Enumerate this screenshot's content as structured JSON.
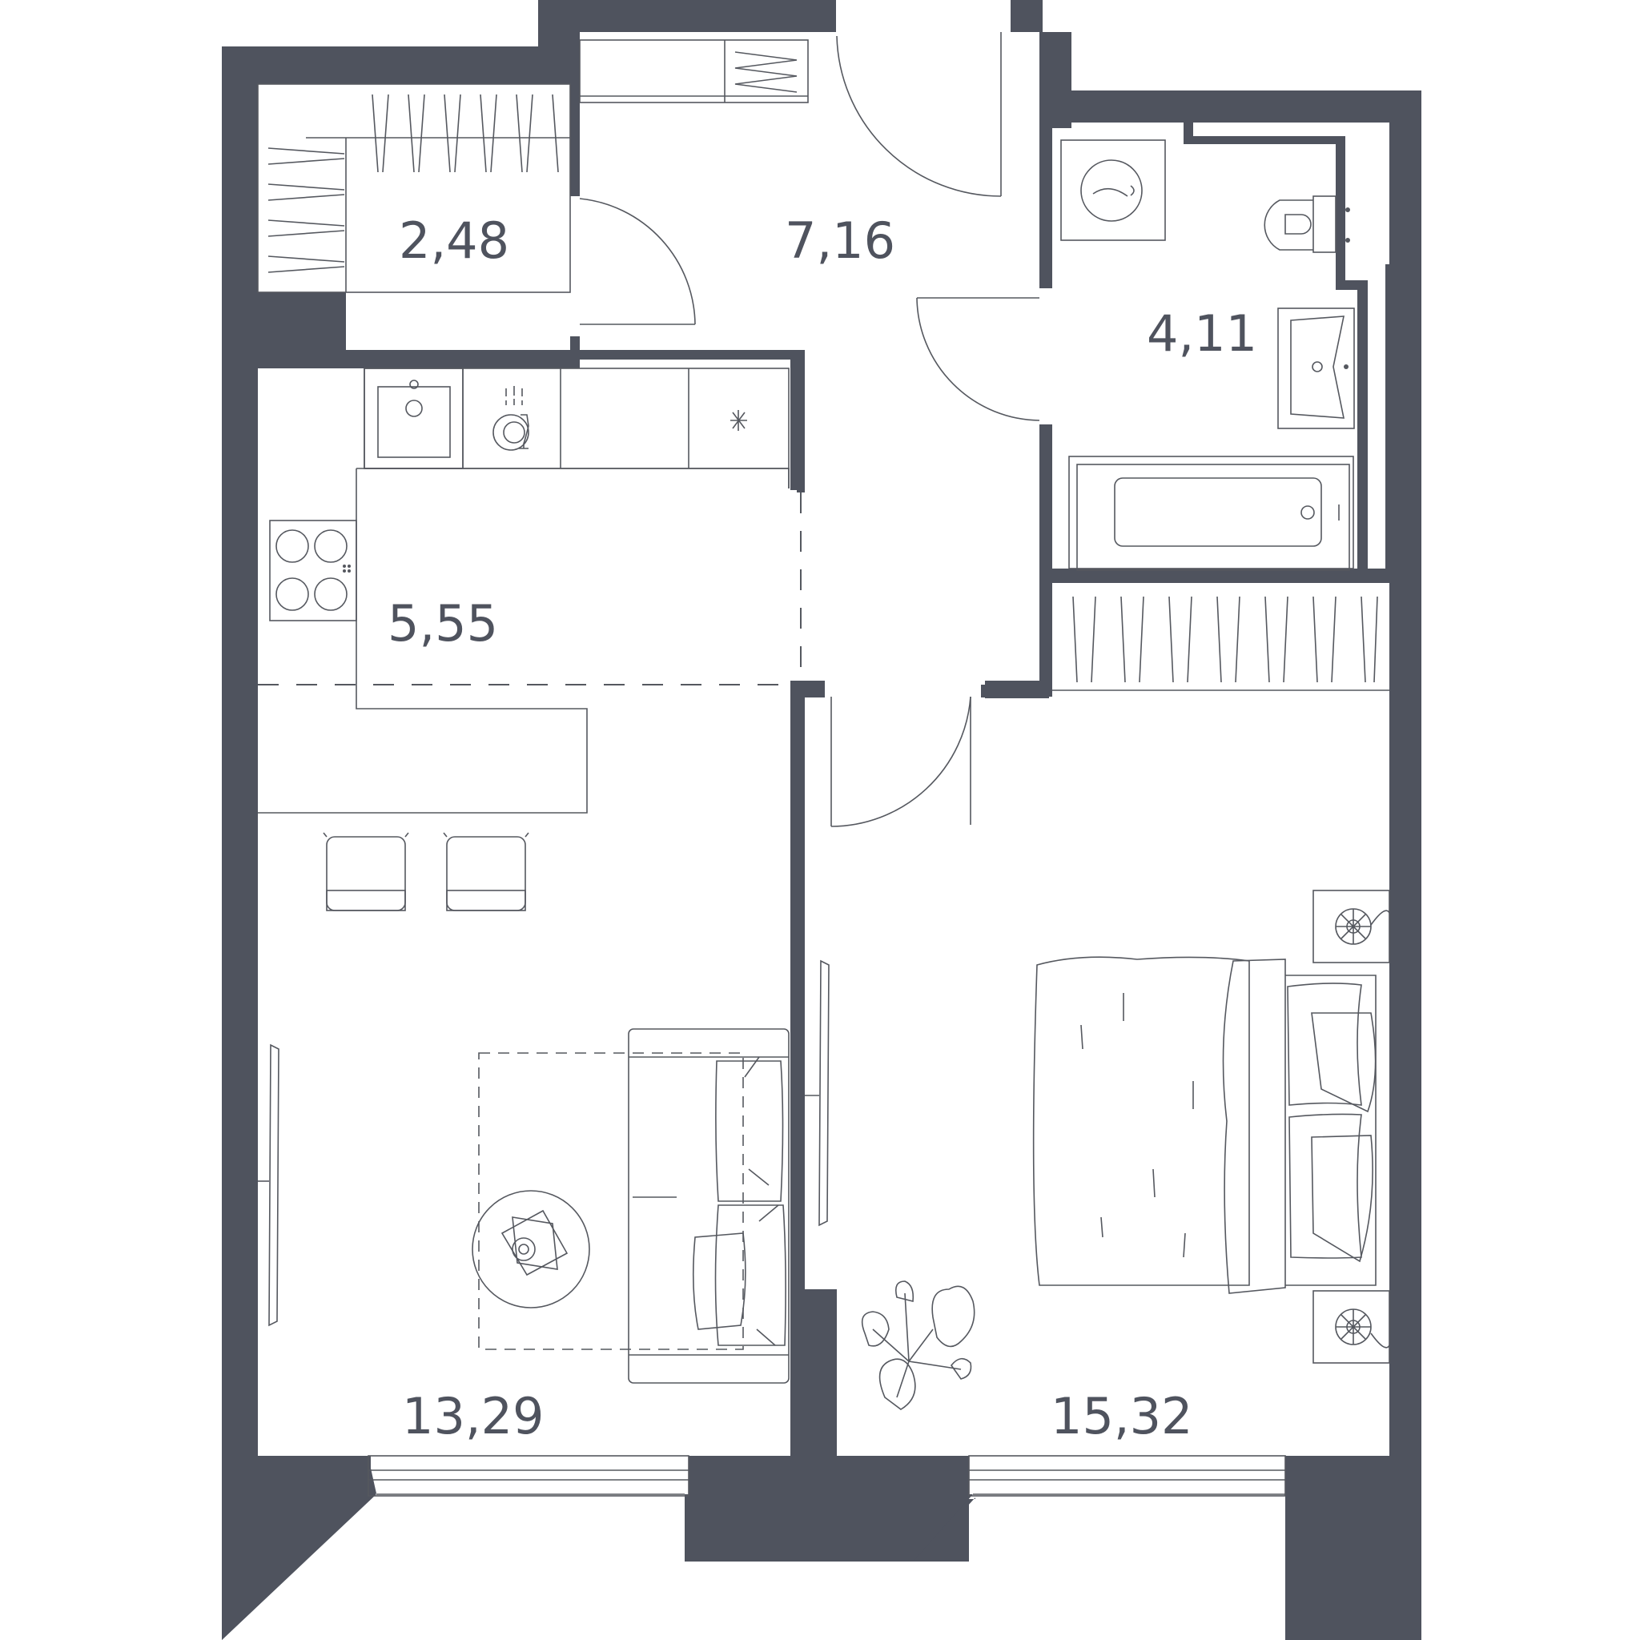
{
  "colors": {
    "wall": "#4f535e",
    "line": "#55585f",
    "background": "#ffffff"
  },
  "rooms": [
    {
      "id": "wardrobe",
      "area": "2,48"
    },
    {
      "id": "hallway",
      "area": "7,16"
    },
    {
      "id": "bathroom",
      "area": "4,11"
    },
    {
      "id": "kitchen",
      "area": "5,55"
    },
    {
      "id": "living-room",
      "area": "13,29"
    },
    {
      "id": "bedroom",
      "area": "15,32"
    }
  ],
  "icons": [
    "sink-icon",
    "dishwasher-icon",
    "fridge-icon",
    "stove-icon",
    "washing-machine-icon",
    "toilet-icon",
    "washbasin-icon",
    "bathtub-icon",
    "sofa-icon",
    "coffee-table-icon",
    "tv-icon",
    "bed-icon",
    "nightstand-icon",
    "plant-icon",
    "bar-stool-icon"
  ]
}
